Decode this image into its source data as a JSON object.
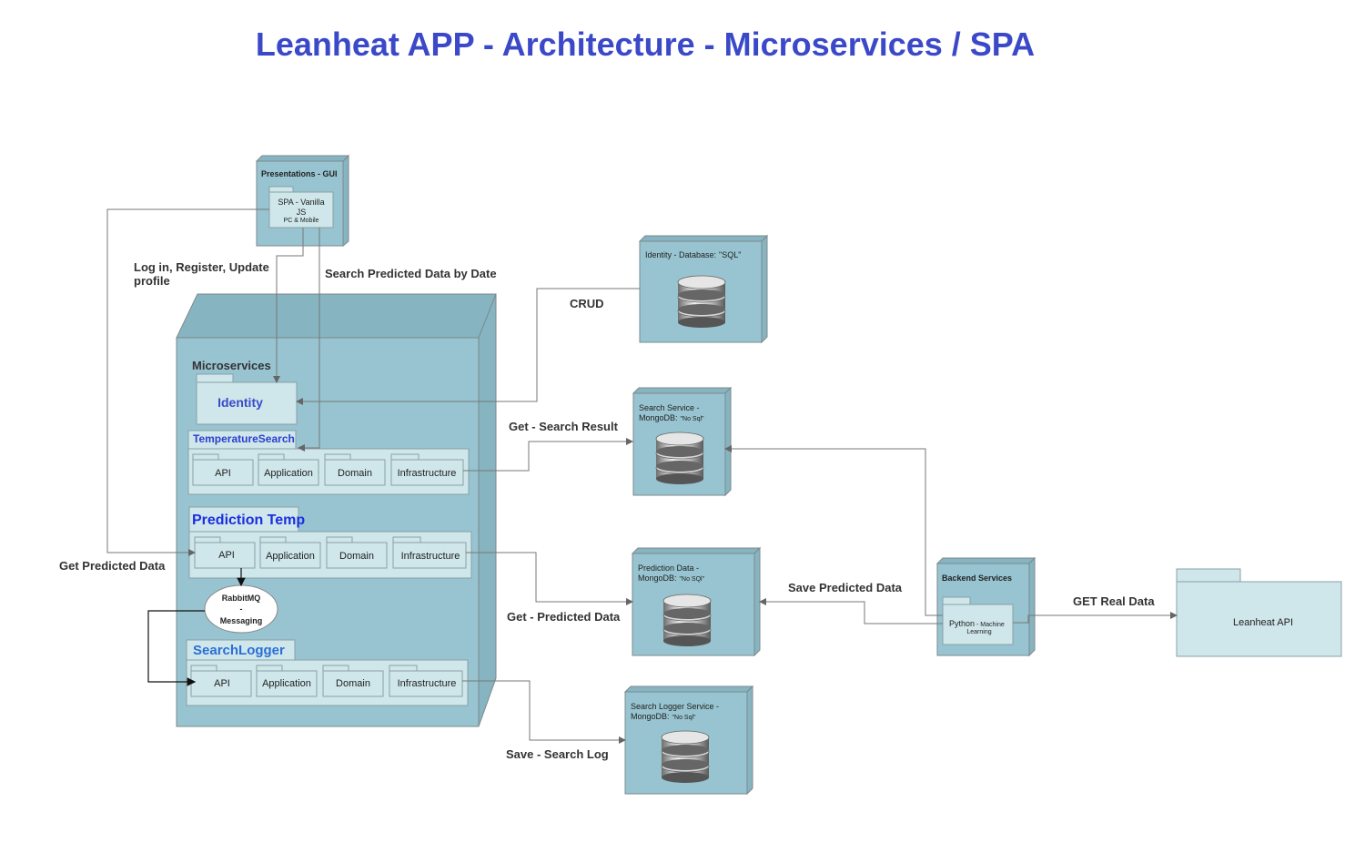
{
  "title": "Leanheat APP - Architecture - Microservices / SPA",
  "presentation": {
    "header": "Presentations - GUI",
    "spa_line1": "SPA - Vanilla",
    "spa_line2": "JS",
    "spa_line3": "PC & Mobile"
  },
  "microservices": {
    "header": "Microservices",
    "identity": "Identity",
    "temperature_search": "TemperatureSearch",
    "prediction_temp": "Prediction Temp",
    "search_logger": "SearchLogger",
    "layers": {
      "api": "API",
      "application": "Application",
      "domain": "Domain",
      "infrastructure": "Infrastructure"
    },
    "rabbit_line1": "RabbitMQ",
    "rabbit_line2": "-",
    "rabbit_line3": "Messaging"
  },
  "databases": {
    "identity_db": {
      "line1": "Identity - Database:",
      "line1b": "\"SQL\""
    },
    "search_service_db": {
      "line1": "Search Service -",
      "line2": "MongoDB:",
      "line2b": "\"No Sql\""
    },
    "prediction_db": {
      "line1": "Prediction Data -",
      "line2": "MongoDB:",
      "line2b": "\"No SQl\""
    },
    "logger_db": {
      "line1": "Search Logger Service -",
      "line2": "MongoDB:",
      "line2b": "\"No Sql\""
    }
  },
  "backend": {
    "header": "Backend Services",
    "python": "Python",
    "python_sub1": "- Machine",
    "python_sub2": "Learning"
  },
  "leanheat_api": "Leanheat API",
  "edges": {
    "login": "Log in, Register, Update",
    "login2": "profile",
    "search_predicted": "Search Predicted Data by Date",
    "crud": "CRUD",
    "get_search_result": "Get - Search Result",
    "get_predicted_data": "Get Predicted Data",
    "get_predicted_data2": "Get - Predicted Data",
    "save_predicted": "Save Predicted Data",
    "get_real": "GET Real Data",
    "save_search_log": "Save - Search Log"
  },
  "colors": {
    "title": "#3b49c9",
    "node": "#97c4d0",
    "box": "#cfe6ea",
    "label_blue": "#3b49c9"
  }
}
